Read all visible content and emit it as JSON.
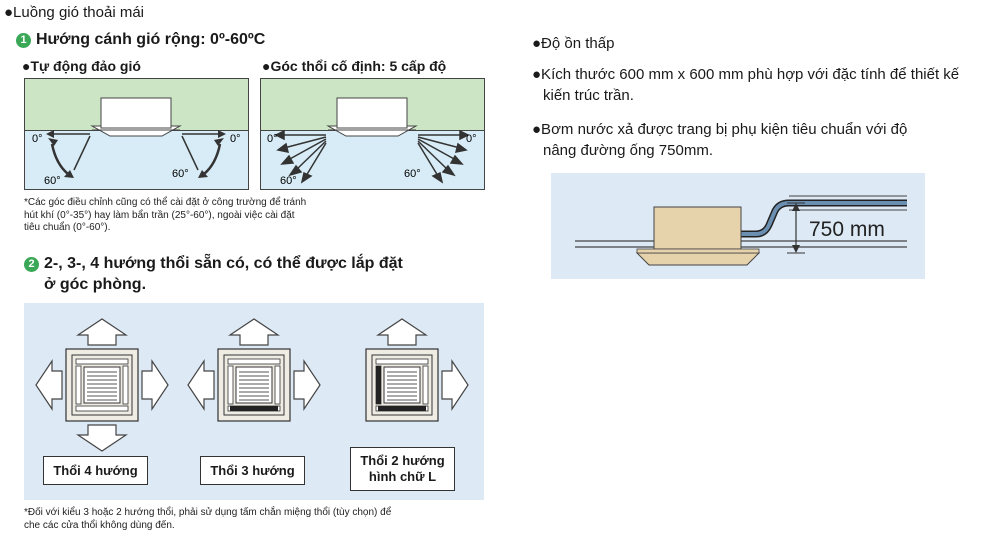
{
  "left": {
    "title": "●Luồng gió thoải mái",
    "section1": {
      "number": "1",
      "heading": "Hướng cánh gió rộng: 0º-60ºC",
      "panel_a": {
        "title": "●Tự động đảo gió",
        "angle_start": "0°",
        "angle_end": "60°"
      },
      "panel_b": {
        "title": "●Góc thổi cố định: 5 cấp độ",
        "angle_start": "0°",
        "angle_end": "60°"
      },
      "note_lines": [
        "*Các góc điều chỉnh cũng có thể cài đặt ở công trường để tránh",
        "hút khí (0°-35°) hay làm bẩn trần (25°-60°), ngoài việc cài đặt",
        "tiêu chuẩn (0°-60°)."
      ]
    },
    "section2": {
      "number": "2",
      "heading_lines": [
        "2-, 3-, 4 hướng thổi sẵn có, có thể được lắp đặt",
        "ở góc phòng."
      ],
      "units": [
        {
          "label_lines": [
            "Thổi 4 hướng"
          ]
        },
        {
          "label_lines": [
            "Thổi 3 hướng"
          ]
        },
        {
          "label_lines": [
            "Thổi 2 hướng",
            "hình chữ L"
          ]
        }
      ],
      "note_lines": [
        "*Đối với kiểu 3 hoặc 2 hướng thổi, phải sử dụng tấm chắn miệng thổi (tùy chọn) để",
        "che các cửa thổi không dùng đến."
      ]
    }
  },
  "right": {
    "bullets": [
      {
        "lines": [
          "●Độ ồn thấp"
        ]
      },
      {
        "lines": [
          "●Kích thước 600 mm x 600 mm phù hợp với đặc tính để thiết kế",
          "kiến trúc trần."
        ]
      },
      {
        "lines": [
          "●Bơm nước xả được trang bị phụ kiện tiêu chuẩn với độ",
          "nâng đường ống 750mm."
        ]
      }
    ],
    "drain_label": "750 mm"
  },
  "colors": {
    "ceiling_green": "#cbe5c5",
    "room_blue": "#d8ecf7",
    "panel_bg": "#dde9f4",
    "accent_green": "#3aa857"
  }
}
